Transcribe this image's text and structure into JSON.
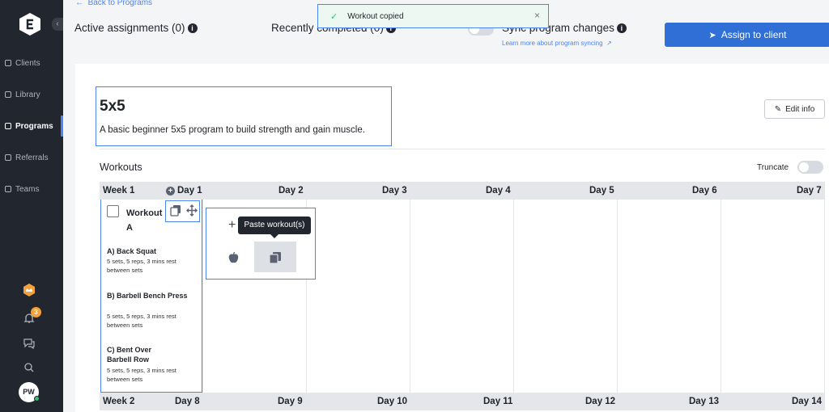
{
  "nav": {
    "back_label": "Back to Programs",
    "items": [
      {
        "label": "Clients",
        "icon": "users-icon"
      },
      {
        "label": "Library",
        "icon": "book-icon"
      },
      {
        "label": "Programs",
        "icon": "calendar-icon"
      },
      {
        "label": "Referrals",
        "icon": "referral-icon"
      },
      {
        "label": "Teams",
        "icon": "team-icon"
      }
    ],
    "notifications_count": "3",
    "user_initials": "PW"
  },
  "header": {
    "active_assignments": "Active assignments (0)",
    "recently_completed": "Recently completed (0)",
    "sync_label": "Sync program changes",
    "learn_more": "Learn more about program syncing",
    "assign_button": "Assign to client"
  },
  "toast": {
    "message": "Workout copied"
  },
  "program": {
    "title": "5x5",
    "description": "A basic beginner 5x5 program to build strength and gain muscle.",
    "edit_label": "Edit info"
  },
  "workouts": {
    "heading": "Workouts",
    "truncate_label": "Truncate",
    "week1": {
      "label": "Week 1",
      "days": [
        "Day 1",
        "Day 2",
        "Day 3",
        "Day 4",
        "Day 5",
        "Day 6",
        "Day 7"
      ]
    },
    "week2": {
      "label": "Week 2",
      "days": [
        "Day 8",
        "Day 9",
        "Day 10",
        "Day 11",
        "Day 12",
        "Day 13",
        "Day 14"
      ]
    },
    "workout_card": {
      "title": "Workout A",
      "exercises": [
        {
          "name": "A) Back Squat",
          "detail": "5 sets, 5 reps, 3 mins rest between sets"
        },
        {
          "name": "B) Barbell Bench Press",
          "detail": "5 sets, 5 reps, 3 mins rest between sets"
        },
        {
          "name": "C) Bent Over Barbell Row",
          "detail": "5 sets, 5 reps, 3 mins rest between sets"
        }
      ]
    },
    "paste_tooltip": "Paste workout(s)"
  },
  "colors": {
    "accent": "#4b84f5",
    "sidebar": "#22262e",
    "primary_button": "#2f6fd6",
    "success": "#2fbf71"
  }
}
